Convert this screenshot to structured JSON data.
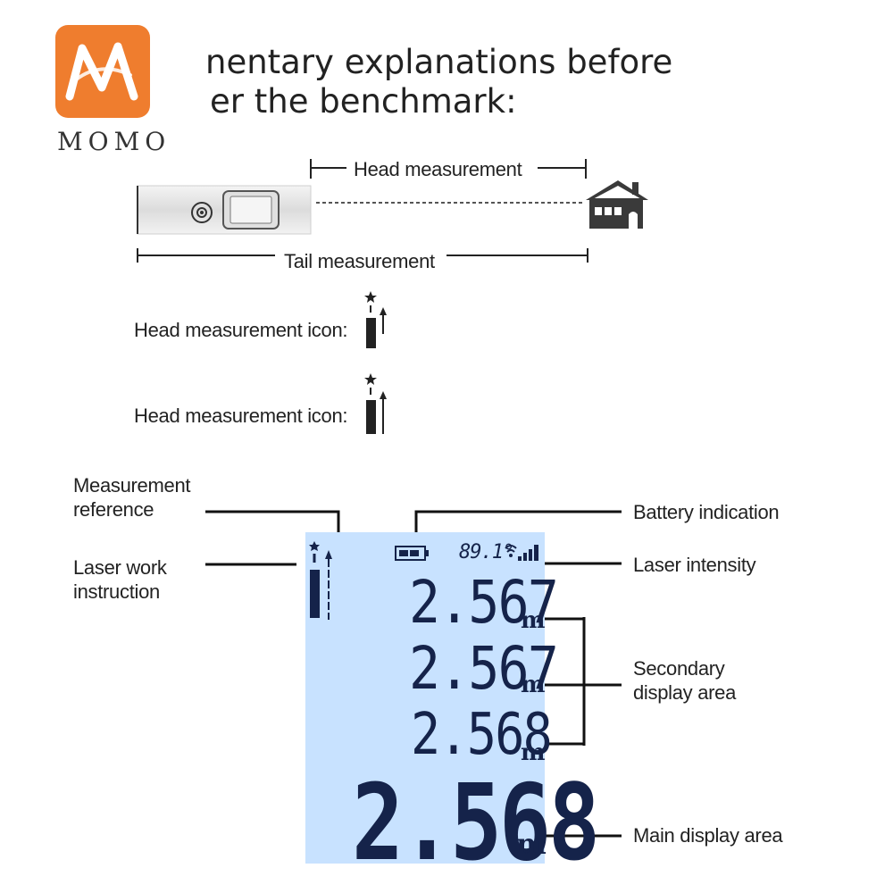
{
  "logo": {
    "text": "MOMO"
  },
  "heading": {
    "line1": "nentary explanations before",
    "line2": "er the benchmark:"
  },
  "device_diagram": {
    "head_label": "Head measurement",
    "tail_label": "Tail measurement"
  },
  "icons": {
    "head_icon_label_1": "Head measurement icon:",
    "head_icon_label_2": "Head measurement icon:"
  },
  "display": {
    "temperature": "89.1°",
    "secondary_values": [
      "2.567",
      "2.567",
      "2.568"
    ],
    "main_value": "2.568",
    "unit": "m"
  },
  "annotations": {
    "measurement_reference": "Measurement reference",
    "laser_work": "Laser work instruction",
    "battery": "Battery indication",
    "laser_intensity": "Laser intensity",
    "secondary_area": "Secondary display area",
    "main_area": "Main display area"
  },
  "colors": {
    "logo_orange": "#ef7d2e",
    "lcd_background": "#c8e2ff",
    "segment_ink": "#15234a"
  }
}
